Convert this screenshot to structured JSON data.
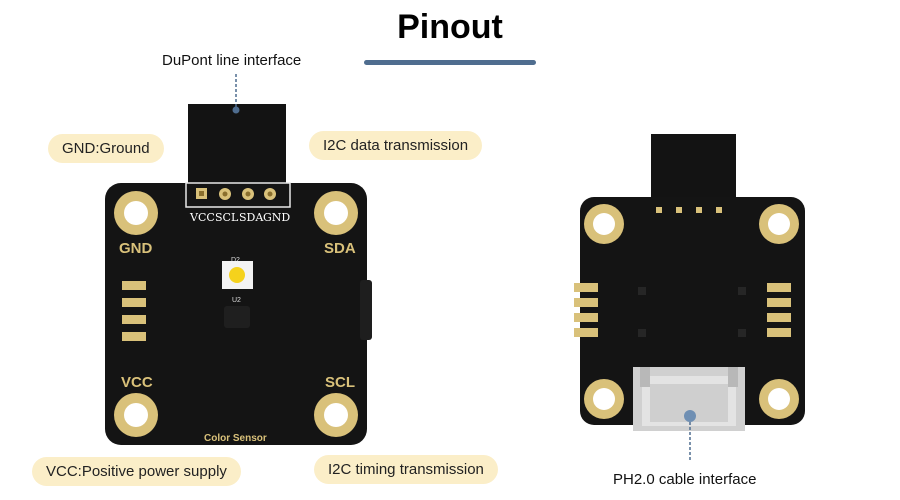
{
  "title": "Pinout",
  "labels": {
    "dupont": "DuPont line interface",
    "gnd_desc": "GND:Ground",
    "i2c_data": "I2C data transmission",
    "vcc_desc": "VCC:Positive power supply",
    "i2c_timing": "I2C timing transmission",
    "ph20": "PH2.0 cable interface"
  },
  "front_board": {
    "pin_labels": [
      "VCC",
      "SCL",
      "SDA",
      "GND"
    ],
    "corner_gnd": "GND",
    "corner_sda": "SDA",
    "corner_vcc": "VCC",
    "corner_scl": "SCL",
    "led_ref": "D2",
    "chip_ref": "U2",
    "name": "Color Sensor"
  },
  "colors": {
    "pcb": "#141414",
    "gold": "#d9c17a",
    "pad_inner": "#ffffff",
    "accent_line": "#4f6d8f",
    "pill_bg": "#fbeec8",
    "connector": "#d0d0d0",
    "led": "#f5d21c"
  }
}
